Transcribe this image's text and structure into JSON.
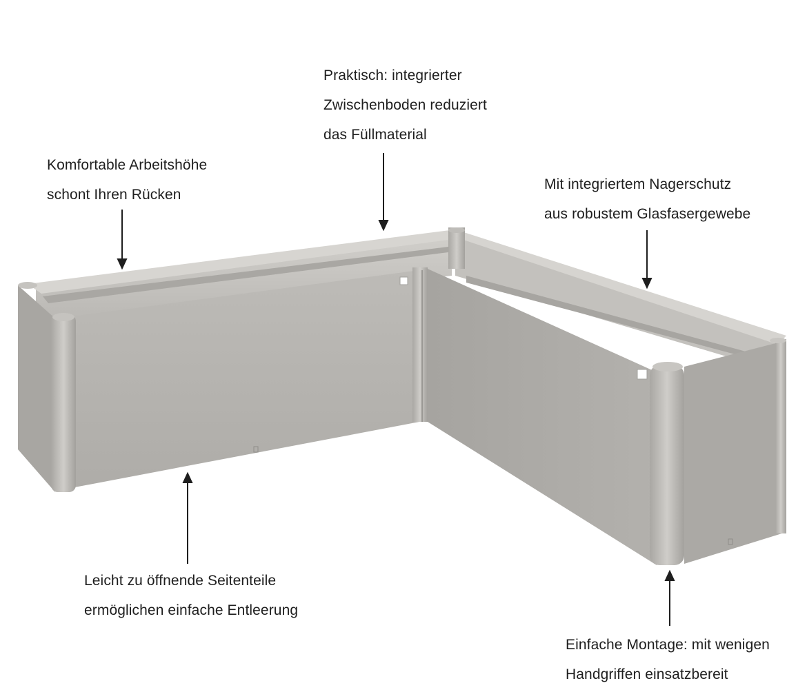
{
  "annotations": {
    "work_height": {
      "lines": [
        "Komfortable Arbeitshöhe",
        "schont Ihren Rücken"
      ]
    },
    "false_floor": {
      "lines": [
        "Praktisch: integrierter",
        "Zwischenboden reduziert",
        "das Füllmaterial"
      ]
    },
    "rodent_guard": {
      "lines": [
        "Mit integriertem Nagerschutz",
        "aus robustem Glasfasergewebe"
      ]
    },
    "side_panels": {
      "lines": [
        "Leicht zu öffnende Seitenteile",
        "ermöglichen einfache Entleerung"
      ]
    },
    "assembly": {
      "lines": [
        "Einfache Montage: mit wenigen",
        "Handgriffen einsatzbereit"
      ]
    }
  },
  "colors": {
    "panel_front": "#b1afab",
    "panel_shadow": "#9e9c98",
    "rim": "#c9c7c3",
    "text": "#1e1e1e",
    "background": "#ffffff"
  }
}
